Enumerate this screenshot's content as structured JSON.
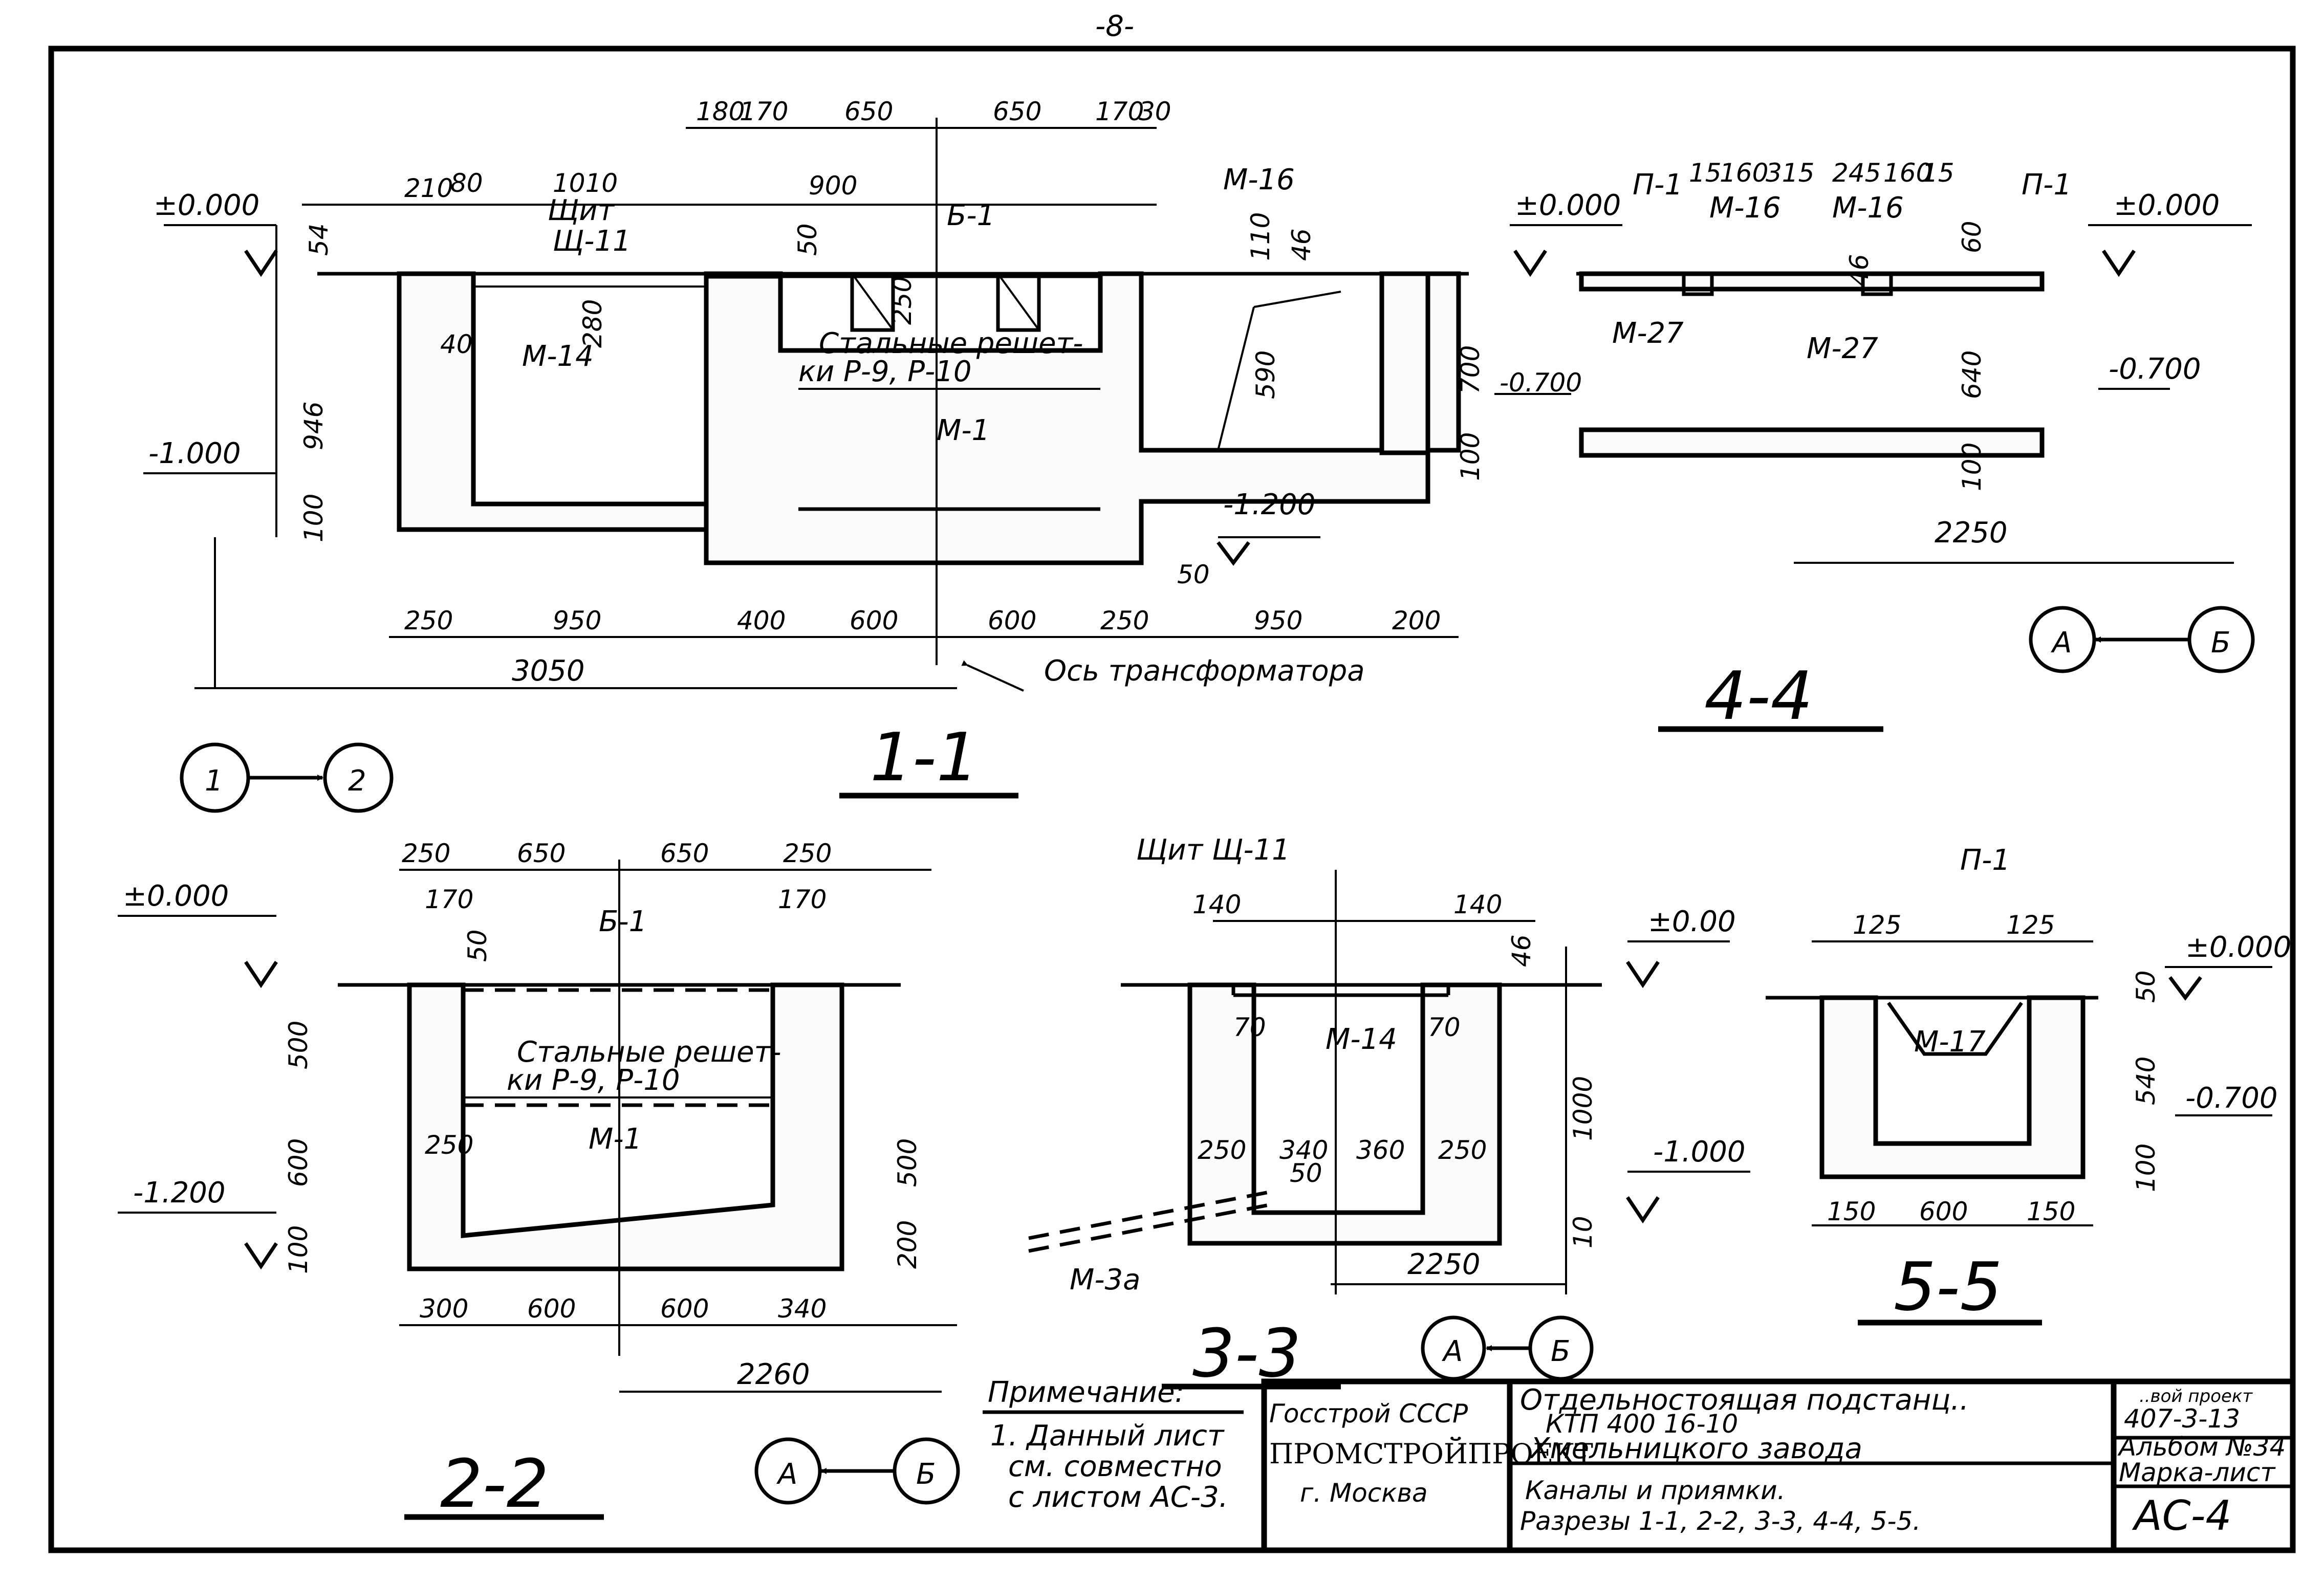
{
  "page_number": "-8-",
  "sections": {
    "s11": {
      "title": "1-1",
      "elev_top": "±0.000",
      "elev_m1000": "-1.000",
      "elev_m1200": "-1.200",
      "top_dims": [
        "210",
        "80",
        "1010",
        "180",
        "170",
        "650",
        "650",
        "170",
        "30",
        "900"
      ],
      "v_dims": [
        "54",
        "946",
        "100",
        "280",
        "40",
        "50",
        "250",
        "110",
        "46",
        "590",
        "700",
        "100",
        "50"
      ],
      "bottom_dims": [
        "250",
        "950",
        "400",
        "600",
        "600",
        "250",
        "950",
        "200"
      ],
      "overall": "3050",
      "axis_label": "Ось трансформатора",
      "labels": {
        "shield": "Щит",
        "shield_code": "Щ-11",
        "m14": "М-14",
        "b1": "Б-1",
        "gratings_1": "Стальные решет-",
        "gratings_2": "ки Р-9, Р-10",
        "m1": "М-1",
        "m16": "М-16"
      },
      "axes": [
        "1",
        "2"
      ]
    },
    "s44": {
      "title": "4-4",
      "elev_top_l": "±0.000",
      "elev_top_r": "±0.000",
      "elev_m700_l": "-0.700",
      "elev_m700_r": "-0.700",
      "top_dims": [
        "15",
        "160",
        "315",
        "245",
        "160",
        "15"
      ],
      "v_dims": [
        "60",
        "46",
        "640",
        "100"
      ],
      "overall": "2250",
      "labels": {
        "p1_l": "П-1",
        "p1_r": "П-1",
        "m16_l": "М-16",
        "m16_r": "М-16",
        "m27_l": "М-27",
        "m27_r": "М-27"
      },
      "axes": [
        "А",
        "Б"
      ]
    },
    "s22": {
      "title": "2-2",
      "elev_top": "±0.000",
      "elev_m1200": "-1.200",
      "top_dims": [
        "250",
        "650",
        "650",
        "250",
        "170",
        "170",
        "50"
      ],
      "v_dims": [
        "500",
        "600",
        "100",
        "250",
        "500",
        "200"
      ],
      "bottom_dims": [
        "300",
        "600",
        "600",
        "340"
      ],
      "overall": "2260",
      "labels": {
        "b1": "Б-1",
        "gratings_1": "Стальные решет-",
        "gratings_2": "ки Р-9, Р-10",
        "m1": "М-1"
      },
      "axes": [
        "А",
        "Б"
      ]
    },
    "s33": {
      "title": "3-3",
      "elev_top": "±0.00",
      "elev_m1000": "-1.000",
      "top_dims": [
        "140",
        "140",
        "46"
      ],
      "v_dims": [
        "1000",
        "50",
        "10"
      ],
      "bottom_dims": [
        "250",
        "340",
        "360",
        "250"
      ],
      "overall": "2250",
      "labels": {
        "shield": "Щит Щ-11",
        "m14": "М-14",
        "m3a": "М-3а",
        "small_l": "70",
        "small_r": "70"
      },
      "axes": [
        "А",
        "Б"
      ]
    },
    "s55": {
      "title": "5-5",
      "elev_top": "±0.000",
      "elev_m700": "-0.700",
      "top_dims": [
        "125",
        "125"
      ],
      "v_dims": [
        "50",
        "540",
        "100"
      ],
      "bottom_dims": [
        "150",
        "600",
        "150"
      ],
      "labels": {
        "p1": "П-1",
        "m17": "М-17"
      }
    }
  },
  "note": {
    "title": "Примечание:",
    "lines": [
      "1. Данный лист",
      "см. совместно",
      "с листом АС-3."
    ]
  },
  "stamp": {
    "org_1": "Госстрой СССР",
    "org_2": "ПРОМСТРОЙПРОЕКТ",
    "org_3": "г. Москва",
    "project_1": "Отдельностоящая подстанц..",
    "project_2": "КТП 400 16-10",
    "project_3": "Хмельницкого завода",
    "sheet_title_1": "Каналы и приямки.",
    "sheet_title_2": "Разрезы 1-1, 2-2, 3-3, 4-4, 5-5.",
    "typ_project": "..вой проект",
    "typ_number": "407-3-13",
    "album": "Альбом №34",
    "mark_sheet": "Марка-лист",
    "sheet_code": "АС-4"
  }
}
